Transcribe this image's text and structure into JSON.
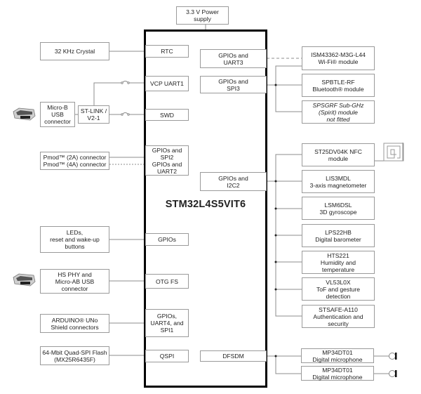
{
  "mcu": {
    "name": "STM32L4S5VIT6"
  },
  "power": {
    "label": "3.3 V Power\nsupply"
  },
  "left_peripherals": [
    {
      "id": "crystal",
      "label": "32 KHz Crystal"
    },
    {
      "id": "micro-b-usb",
      "label": "Micro-B\nUSB\nconnector"
    },
    {
      "id": "st-link",
      "label": "ST-LINK /\nV2-1"
    },
    {
      "id": "pmod",
      "label": "Pmod™ (2A) connector\nPmod™ (4A) connector"
    },
    {
      "id": "leds",
      "label": "LEDs,\nreset and wake-up\nbuttons"
    },
    {
      "id": "hs-phy",
      "label": "HS PHY and\nMicro-AB USB\nconnector"
    },
    {
      "id": "arduino",
      "label": "ARDUINO® UNo\nShield connectors"
    },
    {
      "id": "qspi-flash",
      "label": "64-Mbit Quad-SPI Flash\n(MX25R6435F)"
    }
  ],
  "mcu_left_ports": [
    {
      "id": "rtc",
      "label": "RTC"
    },
    {
      "id": "vcp-uart1",
      "label": "VCP UART1"
    },
    {
      "id": "swd",
      "label": "SWD"
    },
    {
      "id": "spi2-uart2",
      "label": "GPIOs and\nSPI2\nGPIOs and\nUART2"
    },
    {
      "id": "gpios",
      "label": "GPIOs"
    },
    {
      "id": "otg-fs",
      "label": "OTG FS"
    },
    {
      "id": "uart4-spi1",
      "label": "GPIOs,\nUART4, and\nSPI1"
    },
    {
      "id": "qspi",
      "label": "QSPI"
    }
  ],
  "mcu_right_ports": [
    {
      "id": "uart3",
      "label": "GPIOs and\nUART3"
    },
    {
      "id": "spi3",
      "label": "GPIOs and\nSPI3"
    },
    {
      "id": "i2c2",
      "label": "GPIOs and\nI2C2"
    },
    {
      "id": "dfsdm",
      "label": "DFSDM"
    }
  ],
  "right_peripherals": [
    {
      "id": "wifi",
      "label": "ISM43362-M3G-L44\nWi-Fi® module"
    },
    {
      "id": "bluetooth",
      "label": "SPBTLE-RF\nBluetooth® module"
    },
    {
      "id": "subghz",
      "label": "SPSGRF Sub-GHz\n(Spirit) module\nnot fitted"
    },
    {
      "id": "nfc",
      "label": "ST25DV04K NFC\nmodule"
    },
    {
      "id": "magnetometer",
      "label": "LIS3MDL\n3-axis magnetometer"
    },
    {
      "id": "gyroscope",
      "label": "LSM6DSL\n3D gyroscope"
    },
    {
      "id": "barometer",
      "label": "LPS22HB\nDigital barometer"
    },
    {
      "id": "humidity",
      "label": "HTS221\nHumidity and\ntemperature"
    },
    {
      "id": "tof",
      "label": "VL53L0X\nToF and gesture\ndetection"
    },
    {
      "id": "security",
      "label": "STSAFE-A110\nAuthentication and\nsecurity"
    },
    {
      "id": "mic1",
      "label": "MP34DT01\nDigital microphone"
    },
    {
      "id": "mic2",
      "label": "MP34DT01\nDigital microphone"
    }
  ],
  "icons": [
    "usb-connector-icon",
    "nfc-antenna-icon",
    "microphone-icon"
  ]
}
